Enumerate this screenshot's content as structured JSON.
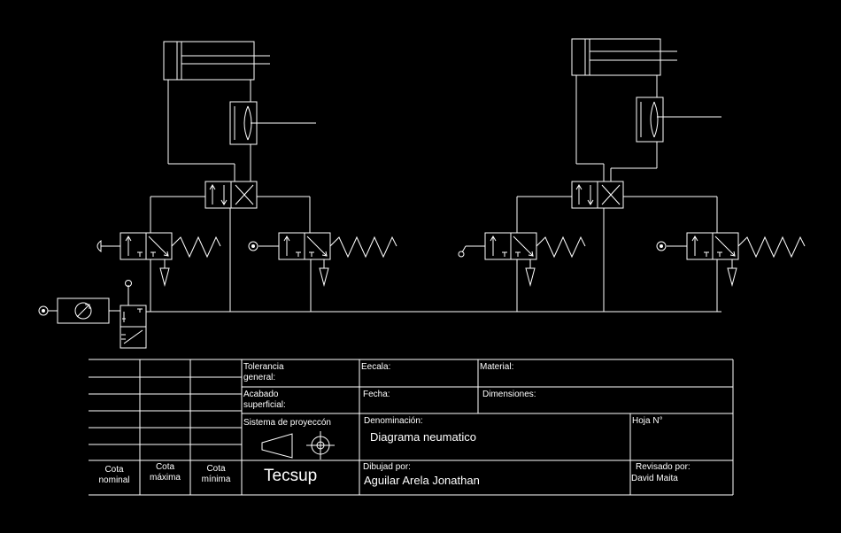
{
  "diagram": {
    "colors": {
      "background": "#000000",
      "line": "#ffffff"
    }
  },
  "title_block": {
    "tolerancia": "Tolerancia\ngeneral:",
    "acabado": "Acabado\nsuperficial:",
    "sistema": "Sistema de proyeccón",
    "escala": "Eecala:",
    "material": "Material:",
    "fecha": "Fecha:",
    "dimensiones": "Dimensiones:",
    "denominacion_label": "Denominación:",
    "denominacion_value": "Diagrama neumatico",
    "hoja": "Hoja N°",
    "cota_nominal": "Cota\nnominal",
    "cota_maxima": "Cota\nmáxima",
    "cota_minima": "Cota\nmínima",
    "logo": "Tecsup",
    "dibujado_label": "Dibujad por:",
    "dibujado_value": "Aguilar Arela Jonathan",
    "revisado_label": "Revisado por:",
    "revisado_value": "David Maita"
  }
}
